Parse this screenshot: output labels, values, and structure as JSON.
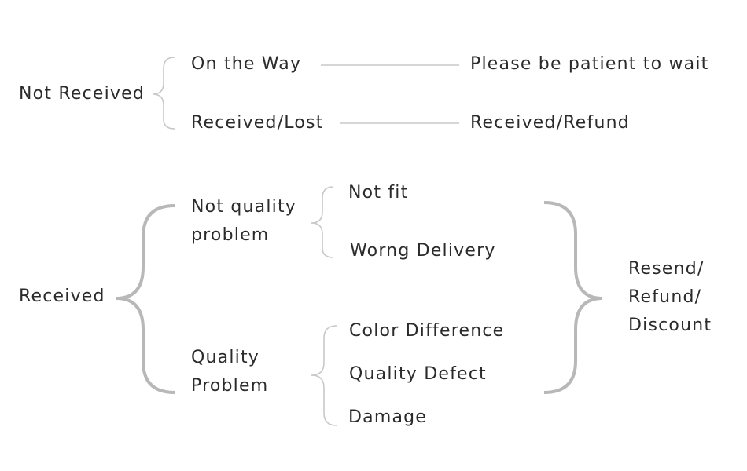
{
  "not_received": {
    "label": "Not Received",
    "on_the_way": "On the Way",
    "on_the_way_result": "Please be patient to wait",
    "received_lost": "Received/Lost",
    "received_lost_result": "Received/Refund"
  },
  "received": {
    "label": "Received",
    "not_quality_problem": "Not quality\nproblem",
    "not_fit": "Not fit",
    "wrong_delivery": "Worng Delivery",
    "quality_problem": "Quality\nProblem",
    "color_difference": "Color Difference",
    "quality_defect": "Quality Defect",
    "damage": "Damage",
    "result": "Resend/\nRefund/\nDiscount"
  },
  "colors": {
    "text": "#2b2b2b",
    "thin_line": "#c8c8c8",
    "bold_brace": "#b8b8b8"
  }
}
